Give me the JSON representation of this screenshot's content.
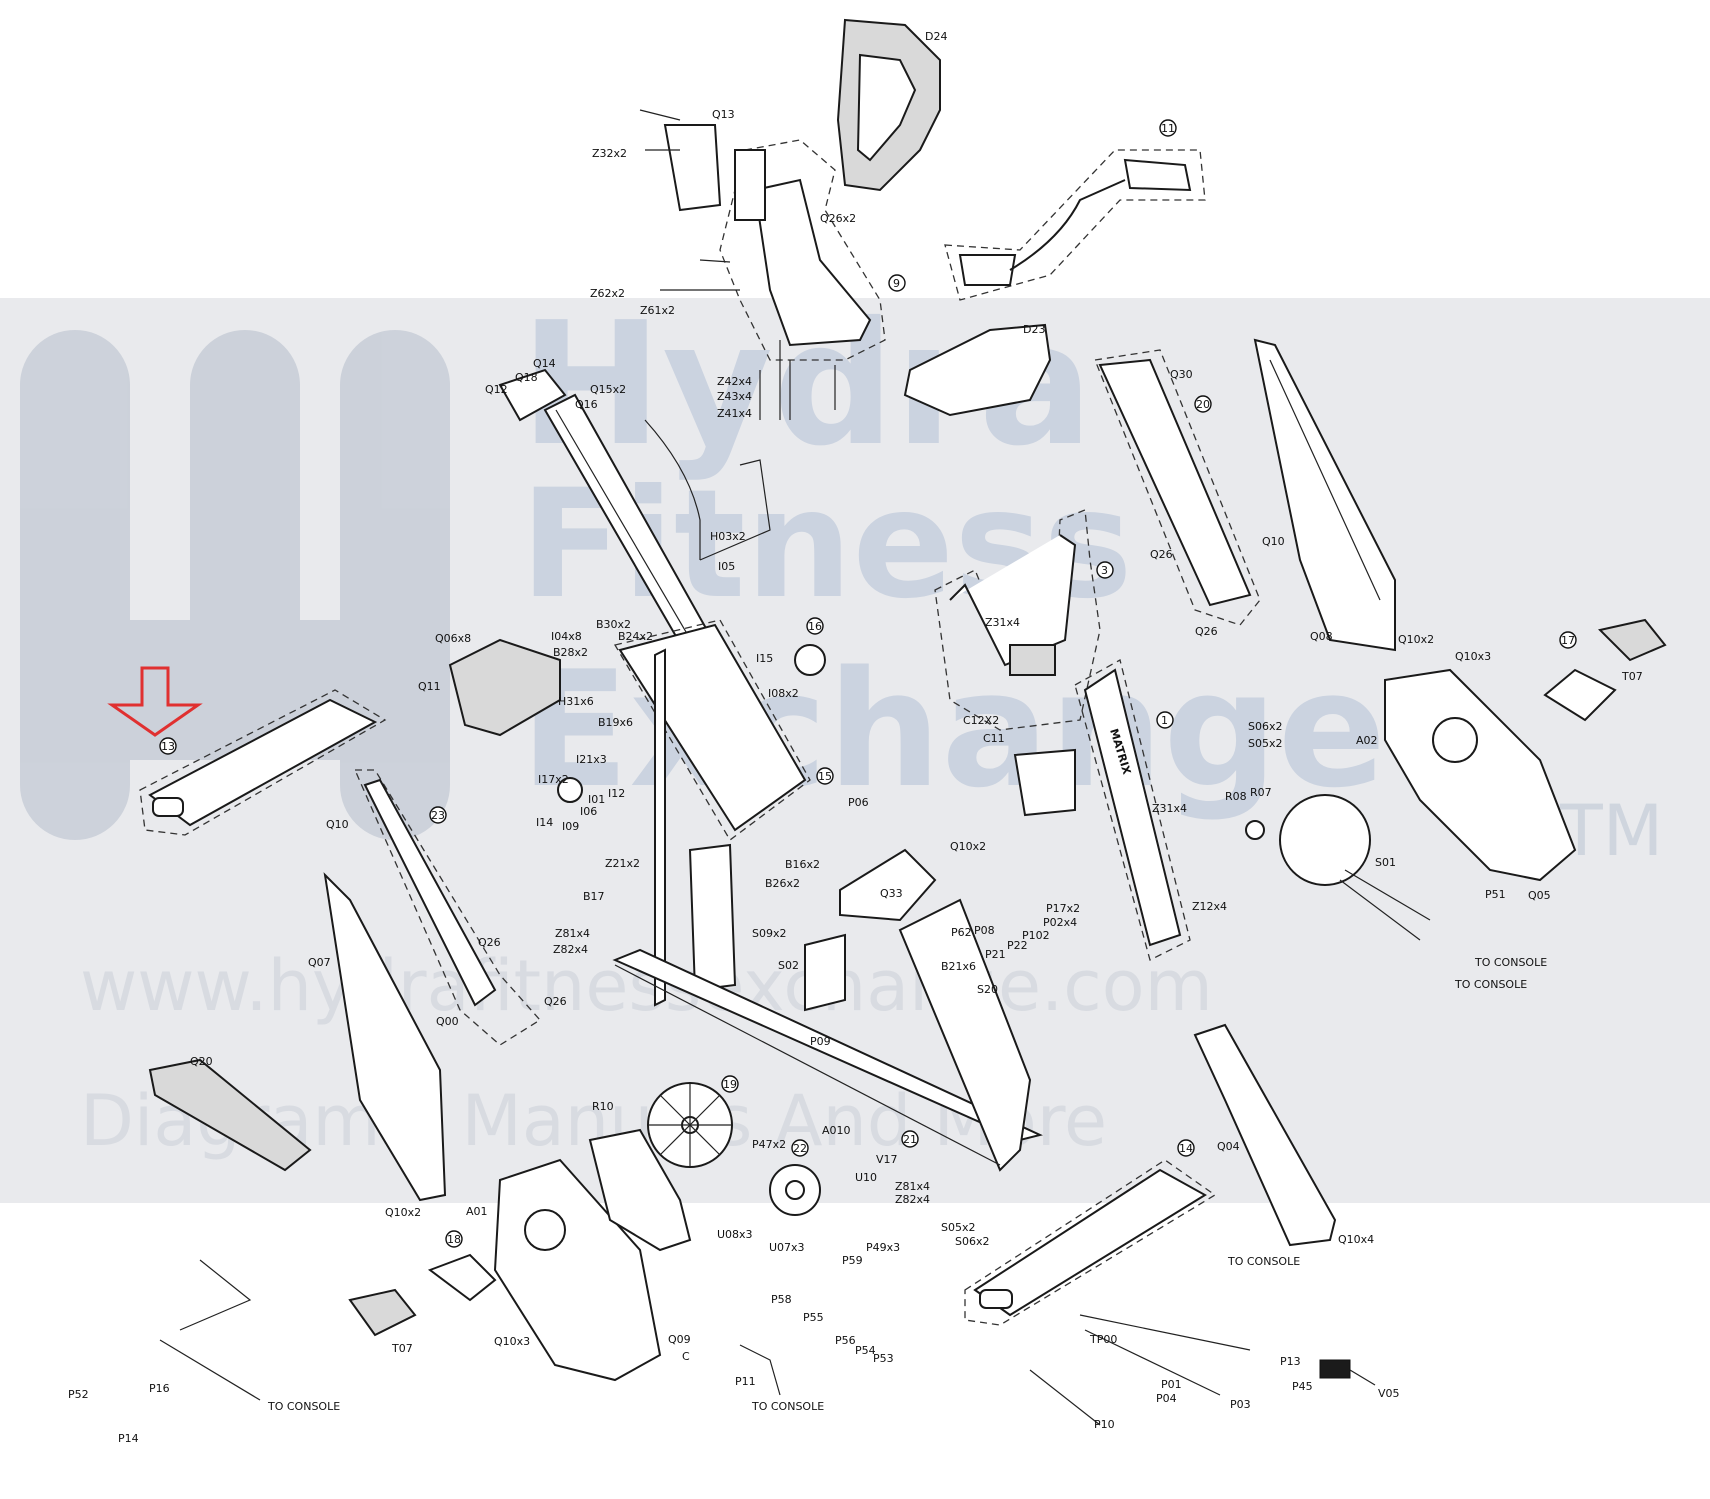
{
  "watermark": {
    "brand_line1": "Hydra",
    "brand_line2": "Fitness",
    "brand_line3": "Exchange",
    "trademark": "TM",
    "url": "www.hydrafitnessexchange.com",
    "tagline": "Diagrams, Manuals And More"
  },
  "highlight": {
    "arrow_color": "#e03030"
  },
  "callouts": {
    "c1": "1",
    "c3": "3",
    "c9": "9",
    "c11": "11",
    "c13": "13",
    "c14": "14",
    "c15": "15",
    "c16": "16",
    "c17": "17",
    "c18": "18",
    "c19": "19",
    "c20": "20",
    "c21": "21",
    "c22": "22",
    "c23": "23"
  },
  "labels": {
    "d24": "D24",
    "q13": "Q13",
    "z32x2": "Z32x2",
    "q26x2_top": "Q26x2",
    "z62x2": "Z62x2",
    "z61x2": "Z61x2",
    "d23": "D23",
    "z42x4": "Z42x4",
    "z43x4": "Z43x4",
    "z41x4": "Z41x4",
    "q14": "Q14",
    "q18": "Q18",
    "q12": "Q12",
    "q15x2": "Q15x2",
    "q16": "Q16",
    "h03x2": "H03x2",
    "i05": "I05",
    "q30": "Q30",
    "q26_r1": "Q26",
    "q26_r2": "Q26",
    "q10_r": "Q10",
    "q08": "Q08",
    "q10x2_r": "Q10x2",
    "z31x4": "Z31x4",
    "q10x3_r": "Q10x3",
    "t07_r": "T07",
    "a02": "A02",
    "q06x8": "Q06x8",
    "i04x8": "I04x8",
    "b30x2": "B30x2",
    "b24x2": "B24x2",
    "b28x2": "B28x2",
    "q11": "Q11",
    "h31x6": "H31x6",
    "b19x6": "B19x6",
    "i15": "I15",
    "i08x2": "I08x2",
    "c12x2": "C12X2",
    "c11": "C11",
    "i21x3": "I21x3",
    "i17x2": "I17x2",
    "i12": "I12",
    "i01": "I01",
    "i06": "I06",
    "i14": "I14",
    "i09": "I09",
    "s06x2": "S06x2",
    "s05x2": "S05x2",
    "r08": "R08",
    "r07": "R07",
    "z31x4b": "Z31x4",
    "s01": "S01",
    "q05": "Q05",
    "p51": "P51",
    "q10_l": "Q10",
    "p06": "P06",
    "q10x2_m": "Q10x2",
    "b16x2": "B16x2",
    "b26x2": "B26x2",
    "b17": "B17",
    "z21x2": "Z21x2",
    "q33": "Q33",
    "p62": "P62",
    "p08": "P08",
    "p17x2": "P17x2",
    "p02x4": "P02x4",
    "p102": "P102",
    "p21": "P21",
    "p22": "P22",
    "z12x4": "Z12x4",
    "q07": "Q07",
    "q26_l1": "Q26",
    "q26_l2": "Q26",
    "q00": "Q00",
    "z81x4": "Z81x4",
    "z82x4": "Z82x4",
    "s09x2": "S09x2",
    "s02": "S02",
    "b21x6": "B21x6",
    "s20": "S20",
    "to_console_1": "TO CONSOLE",
    "to_console_2": "TO CONSOLE",
    "q20": "Q20",
    "r10": "R10",
    "p09": "P09",
    "a010": "A010",
    "p47x2": "P47x2",
    "v17": "V17",
    "u10": "U10",
    "z81x4b": "Z81x4",
    "z82x4b": "Z82x4",
    "q04": "Q04",
    "q10x2_bl": "Q10x2",
    "a01": "A01",
    "u08x3": "U08x3",
    "u07x3": "U07x3",
    "p49x3": "P49x3",
    "s05x2b": "S05x2",
    "s06x2b": "S06x2",
    "q10x4": "Q10x4",
    "to_console_3": "TO CONSOLE",
    "to_console_4": "TO CONSOLE",
    "to_console_5": "TO CONSOLE",
    "p59": "P59",
    "p58": "P58",
    "p55": "P55",
    "p56": "P56",
    "p54": "P54",
    "p53": "P53",
    "q10x3_b": "Q10x3",
    "q09": "Q09",
    "c_mark": "C",
    "t07_b": "T07",
    "p52": "P52",
    "p16": "P16",
    "p14": "P14",
    "p11": "P11",
    "tp00": "TP00",
    "p01": "P01",
    "p04": "P04",
    "p03": "P03",
    "p45": "P45",
    "p13": "P13",
    "p10": "P10",
    "v05": "V05"
  }
}
